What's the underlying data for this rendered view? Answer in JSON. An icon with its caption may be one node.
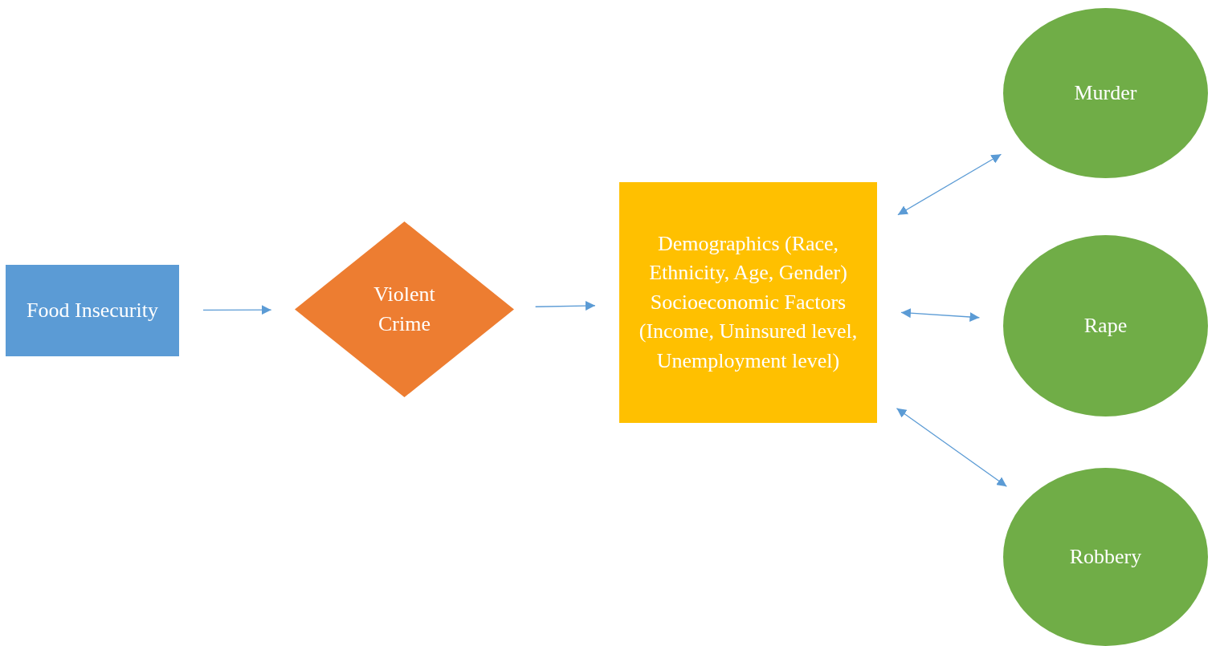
{
  "diagram": {
    "nodes": [
      {
        "text": [
          "Food Insecurity"
        ]
      },
      {
        "text": [
          "Violent Crime"
        ]
      },
      {
        "text": [
          "Demographics (Race, Ethnicity, Age, Gender)",
          "Socioeconomic Factors (Income, Uninsured level, Unemployment level)"
        ]
      },
      {
        "text": [
          "Murder"
        ]
      },
      {
        "text": [
          "Rape"
        ]
      },
      {
        "text": [
          "Robbery"
        ]
      }
    ],
    "edges": [
      {
        "from": 0,
        "to": 1,
        "arrow": "to"
      },
      {
        "from": 1,
        "to": 2,
        "arrow": "to"
      },
      {
        "from": 2,
        "to": 3,
        "arrow": "both"
      },
      {
        "from": 2,
        "to": 4,
        "arrow": "both"
      },
      {
        "from": 2,
        "to": 5,
        "arrow": "both"
      }
    ]
  }
}
